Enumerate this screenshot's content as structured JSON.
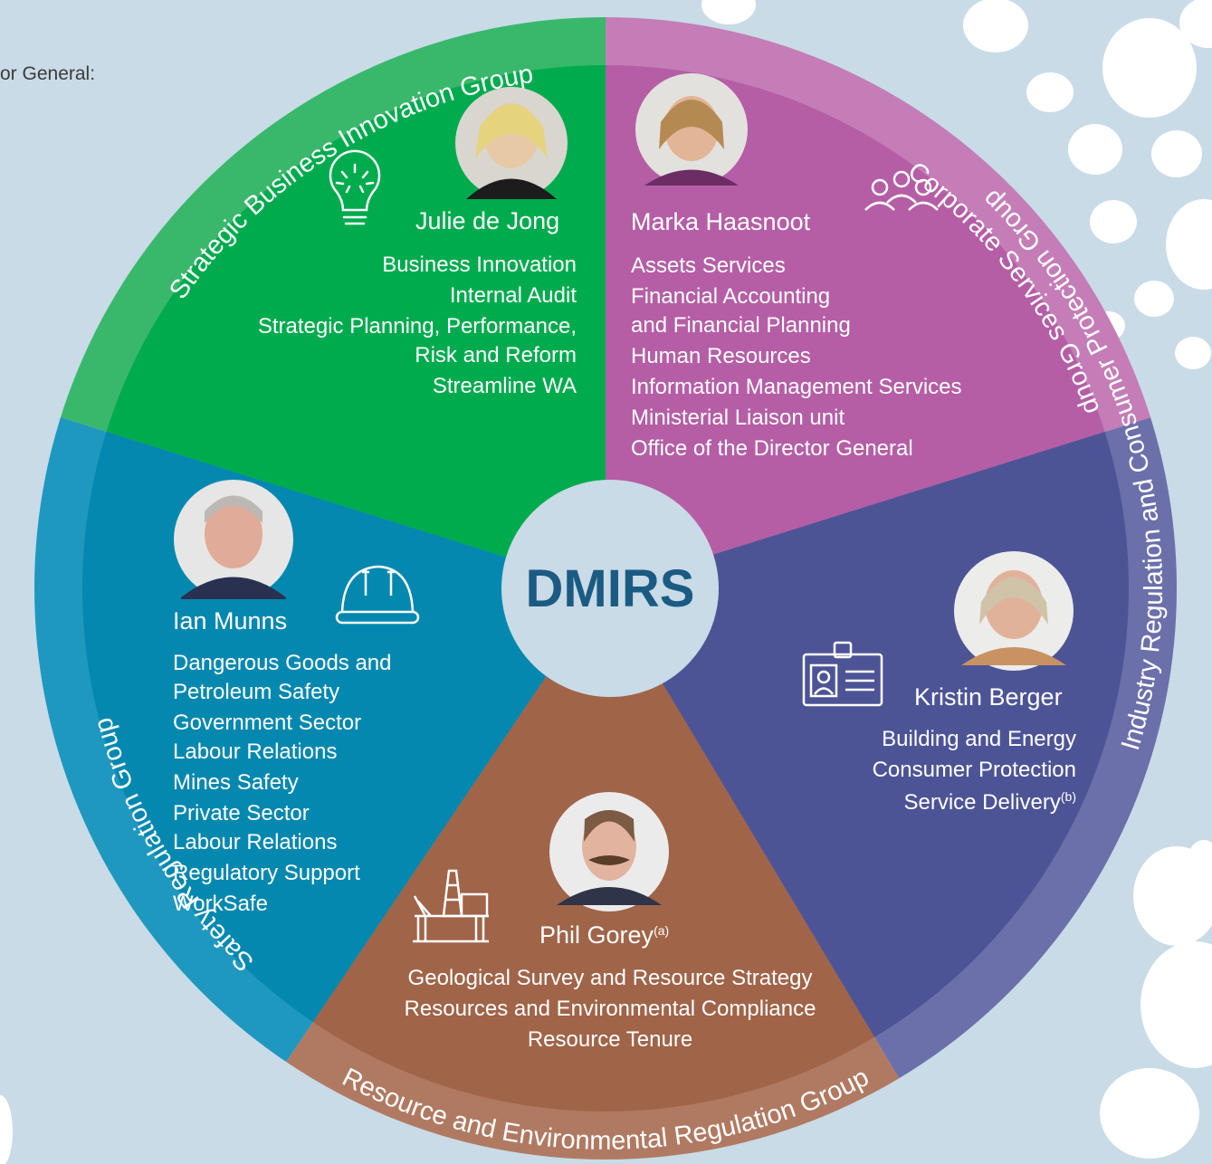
{
  "intro_text": "or General:",
  "center": "DMIRS",
  "groups": {
    "sbi": {
      "title": "Strategic Business Innovation Group",
      "person": "Julie de Jong",
      "units": [
        "Business Innovation",
        "Internal Audit",
        "Strategic Planning, Performance,",
        "Risk and Reform",
        "Streamline WA"
      ],
      "icon": "lightbulb-icon",
      "color": "#00ab4e"
    },
    "cs": {
      "title": "Corporate Services Group",
      "person": "Marka Haasnoot",
      "units": [
        "Assets Services",
        "Financial Accounting",
        "and Financial Planning",
        "Human Resources",
        "Information Management Services",
        "Ministerial Liaison unit",
        "Office of the Director General"
      ],
      "icon": "people-group-icon",
      "color": "#b55ea6"
    },
    "ir": {
      "title": "Industry Regulation and Consumer Protection Group",
      "person": "Kristin Berger",
      "units": [
        "Building and Energy",
        "Consumer Protection",
        "Service Delivery"
      ],
      "note": "(b)",
      "icon": "id-badge-icon",
      "color": "#4d5496"
    },
    "rer": {
      "title": "Resource and Environmental Regulation Group",
      "person": "Phil Gorey",
      "note": "(a)",
      "units": [
        "Geological Survey and Resource Strategy",
        "Resources and Environmental Compliance",
        "Resource Tenure"
      ],
      "icon": "oil-rig-icon",
      "color": "#a06449"
    },
    "sr": {
      "title": "Safety Regulation Group",
      "person": "Ian Munns",
      "units": [
        "Dangerous Goods and",
        "Petroleum Safety",
        "Government Sector",
        "Labour Relations",
        "Mines Safety",
        "Private Sector",
        "Labour Relations",
        "Regulatory Support",
        "WorkSafe"
      ],
      "icon": "hard-hat-icon",
      "color": "#0588af"
    }
  }
}
